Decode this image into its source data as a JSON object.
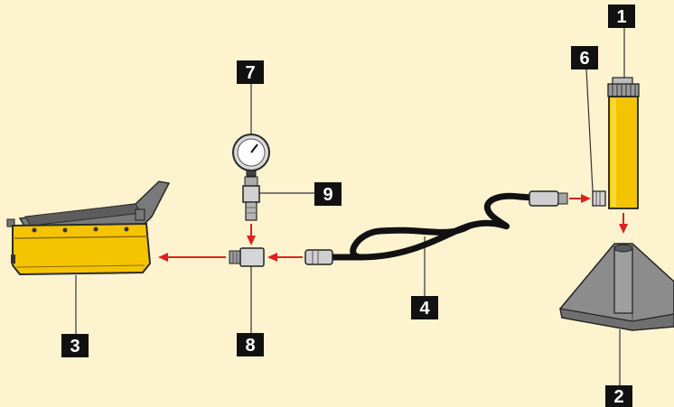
{
  "background": "#fdf3cf",
  "colors": {
    "label_bg": "#111111",
    "label_text": "#ffffff",
    "arrow": "#e0201e",
    "leader_line": "#333333",
    "pump_body": "#f5c400",
    "pump_pedal": "#7a7a7a",
    "hose": "#151515",
    "cylinder": "#f5c400",
    "base": "#8c8c8c",
    "fitting": "#c9c9c9"
  },
  "labels": {
    "l1": "1",
    "l2": "2",
    "l3": "3",
    "l4": "4",
    "l6": "6",
    "l7": "7",
    "l8": "8",
    "l9": "9"
  },
  "icons": [
    "foot-pump-icon",
    "pressure-gauge-icon",
    "gauge-adaptor-icon",
    "coupler-icon",
    "hydraulic-hose-icon",
    "hydraulic-cylinder-icon",
    "cylinder-base-icon"
  ]
}
